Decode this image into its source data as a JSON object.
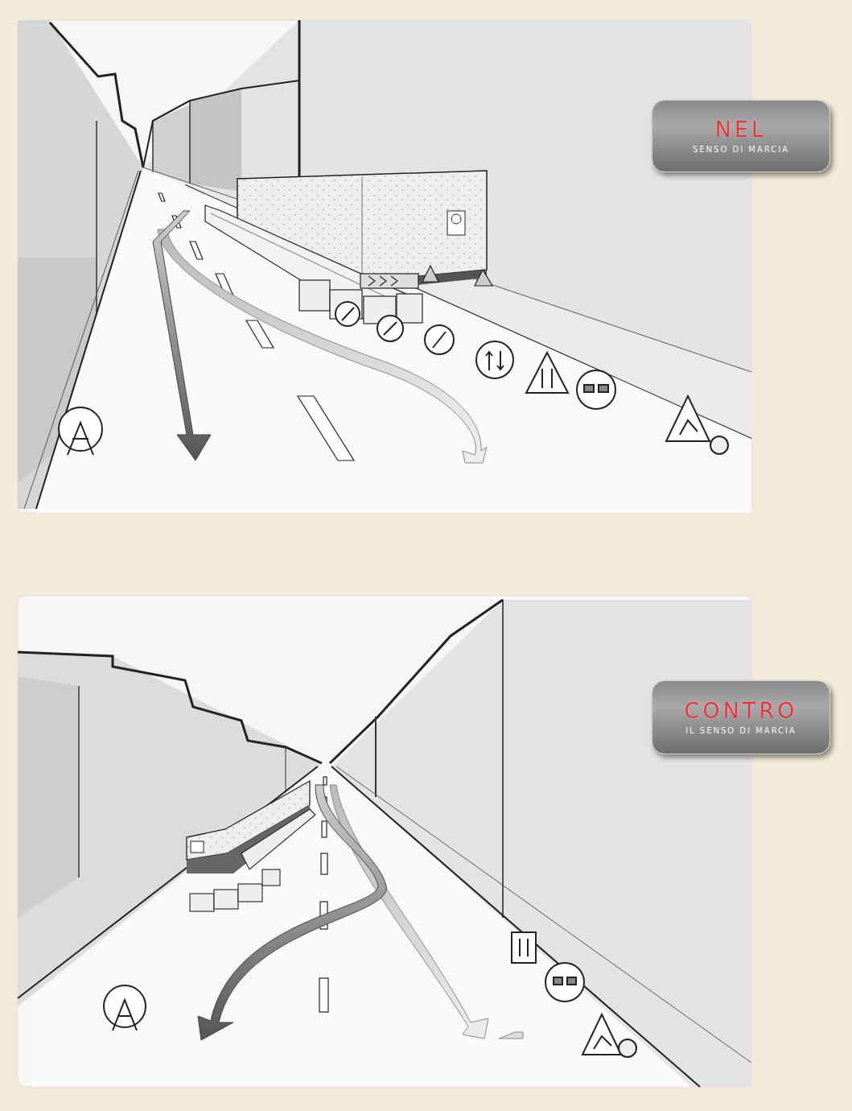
{
  "diagram": {
    "nodes": [
      {
        "text": [
          "NEL",
          "SENSO DI MARCIA"
        ]
      },
      {
        "text": [
          "CONTRO",
          "IL SENSO DI MARCIA"
        ]
      }
    ]
  }
}
